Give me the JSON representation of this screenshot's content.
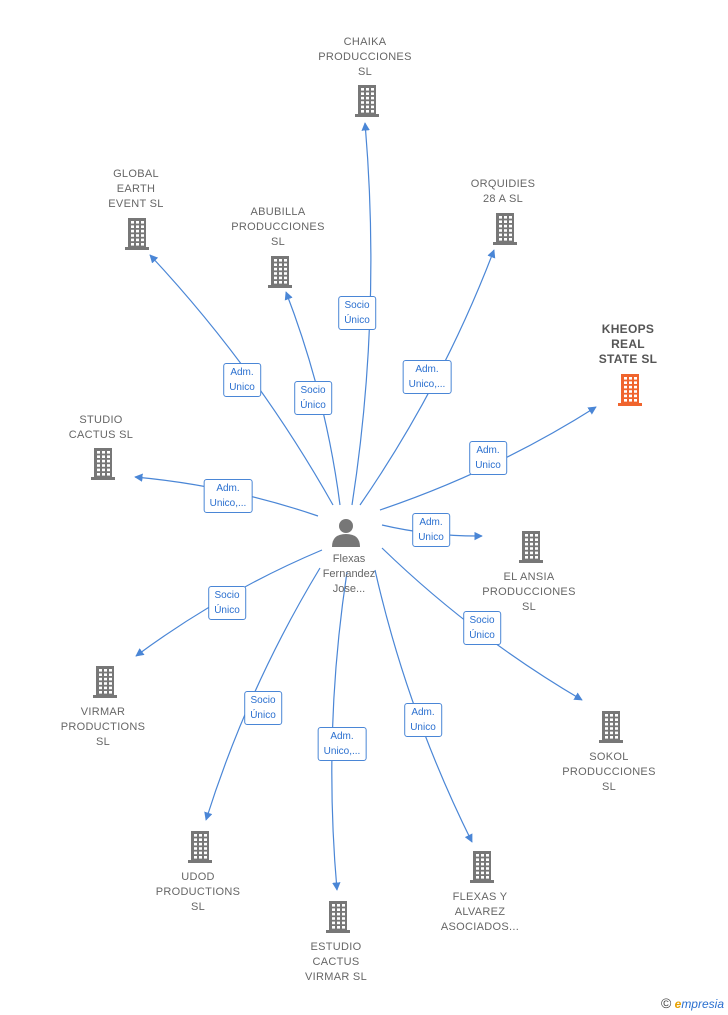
{
  "center": {
    "label": "Flexas\nFernandez\nJose...",
    "icon": "person-icon",
    "color": "#777777"
  },
  "colors": {
    "building": "#777777",
    "highlight": "#f0642d",
    "edge": "#4a86d6"
  },
  "nodes": [
    {
      "id": "chaika",
      "label": "CHAIKA\nPRODUCCIONES\nSL",
      "icon": "building-icon"
    },
    {
      "id": "global",
      "label": "GLOBAL\nEARTH\nEVENT  SL",
      "icon": "building-icon"
    },
    {
      "id": "abubilla",
      "label": "ABUBILLA\nPRODUCCIONES\nSL",
      "icon": "building-icon"
    },
    {
      "id": "orquidies",
      "label": "ORQUIDIES\n28 A  SL",
      "icon": "building-icon"
    },
    {
      "id": "kheops",
      "label": "KHEOPS\nREAL\nSTATE  SL",
      "icon": "building-icon",
      "highlight": true
    },
    {
      "id": "studio",
      "label": "STUDIO\nCACTUS  SL",
      "icon": "building-icon"
    },
    {
      "id": "elansia",
      "label": "EL ANSIA\nPRODUCCIONES\nSL",
      "icon": "building-icon"
    },
    {
      "id": "virmar",
      "label": "VIRMAR\nPRODUCTIONS\nSL",
      "icon": "building-icon"
    },
    {
      "id": "sokol",
      "label": "SOKOL\nPRODUCCIONES\nSL",
      "icon": "building-icon"
    },
    {
      "id": "udod",
      "label": "UDOD\nPRODUCTIONS\nSL",
      "icon": "building-icon"
    },
    {
      "id": "estudio",
      "label": "ESTUDIO\nCACTUS\nVIRMAR  SL",
      "icon": "building-icon"
    },
    {
      "id": "flexas",
      "label": "FLEXAS Y\nALVAREZ\nASOCIADOS...",
      "icon": "building-icon"
    }
  ],
  "edges": [
    {
      "to": "chaika",
      "label": "Socio\nÚnico"
    },
    {
      "to": "global",
      "label": "Adm.\nUnico"
    },
    {
      "to": "abubilla",
      "label": "Socio\nÚnico"
    },
    {
      "to": "orquidies",
      "label": "Adm.\nUnico,..."
    },
    {
      "to": "kheops",
      "label": "Adm.\nUnico"
    },
    {
      "to": "studio",
      "label": "Adm.\nUnico,..."
    },
    {
      "to": "elansia",
      "label": "Adm.\nUnico"
    },
    {
      "to": "virmar",
      "label": "Socio\nÚnico"
    },
    {
      "to": "sokol",
      "label": "Socio\nÚnico"
    },
    {
      "to": "udod",
      "label": "Socio\nÚnico"
    },
    {
      "to": "estudio",
      "label": "Adm.\nUnico,..."
    },
    {
      "to": "flexas",
      "label": "Adm.\nUnico"
    }
  ],
  "copyright": {
    "symbol": "©",
    "brand_initial": "e",
    "brand_rest": "mpresia"
  }
}
